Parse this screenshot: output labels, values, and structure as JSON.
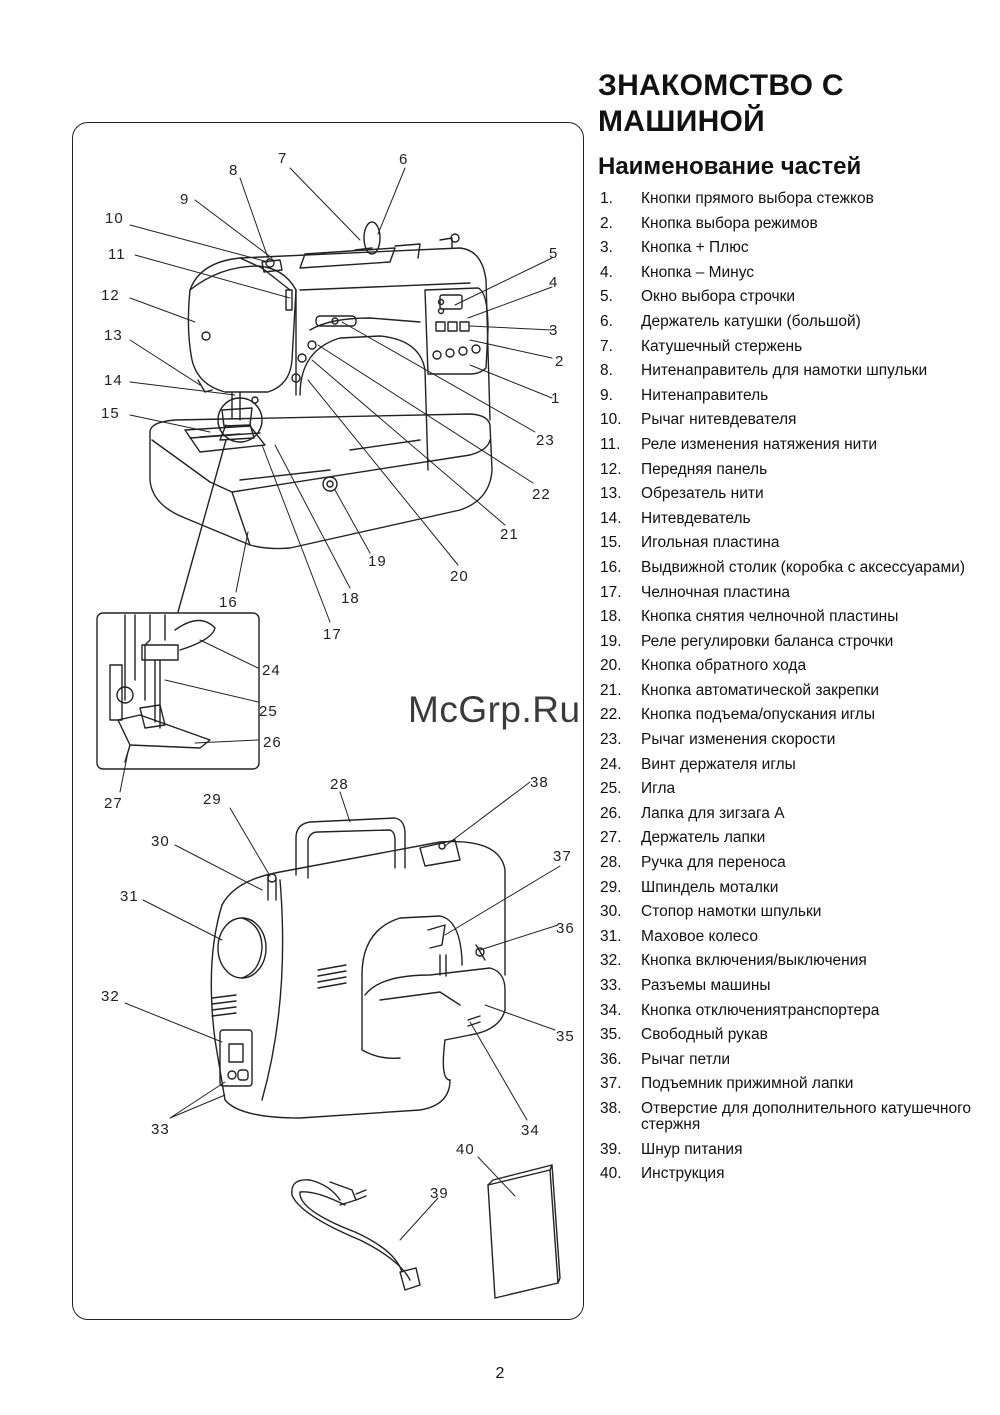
{
  "title": "ЗНАКОМСТВО С МАШИНОЙ",
  "subtitle": "Наименование частей",
  "parts": [
    {
      "num": "1.",
      "text": "Кнопки прямого выбора стежков"
    },
    {
      "num": "2.",
      "text": "Кнопка выбора режимов"
    },
    {
      "num": "3.",
      "text": "Кнопка + Плюс"
    },
    {
      "num": "4.",
      "text": "Кнопка – Минус"
    },
    {
      "num": "5.",
      "text": "Окно выбора строчки"
    },
    {
      "num": "6.",
      "text": "Держатель катушки (большой)"
    },
    {
      "num": "7.",
      "text": "Катушечный стержень"
    },
    {
      "num": "8.",
      "text": "Нитенаправитель для намотки шпульки"
    },
    {
      "num": "9.",
      "text": "Нитенаправитель"
    },
    {
      "num": "10.",
      "text": "Рычаг нитевдевателя"
    },
    {
      "num": "11.",
      "text": "Реле изменения натяжения нити"
    },
    {
      "num": "12.",
      "text": "Передняя панель"
    },
    {
      "num": "13.",
      "text": "Обрезатель нити"
    },
    {
      "num": "14.",
      "text": "Нитевдеватель"
    },
    {
      "num": "15.",
      "text": "Игольная пластина"
    },
    {
      "num": "16.",
      "text": "Выдвижной столик (коробка с аксессуарами)"
    },
    {
      "num": "17.",
      "text": "Челночная пластина"
    },
    {
      "num": "18.",
      "text": "Кнопка снятия челночной пластины"
    },
    {
      "num": "19.",
      "text": "Реле регулировки баланса строчки"
    },
    {
      "num": "20.",
      "text": "Кнопка обратного хода"
    },
    {
      "num": "21.",
      "text": "Кнопка автоматической закрепки"
    },
    {
      "num": "22.",
      "text": "Кнопка подъема/опускания иглы"
    },
    {
      "num": "23.",
      "text": "Рычаг изменения скорости"
    },
    {
      "num": "24.",
      "text": "Винт держателя иглы"
    },
    {
      "num": "25.",
      "text": "Игла"
    },
    {
      "num": "26.",
      "text": "Лапка для зигзага А"
    },
    {
      "num": "27.",
      "text": "Держатель лапки"
    },
    {
      "num": "28.",
      "text": "Ручка для переноса"
    },
    {
      "num": "29.",
      "text": "Шпиндель моталки"
    },
    {
      "num": "30.",
      "text": "Стопор намотки шпульки"
    },
    {
      "num": "31.",
      "text": "Маховое колесо"
    },
    {
      "num": "32.",
      "text": "Кнопка включения/выключения"
    },
    {
      "num": "33.",
      "text": "Разъемы машины"
    },
    {
      "num": "34.",
      "text": "Кнопка отключениятранспортера"
    },
    {
      "num": "35.",
      "text": "Свободный рукав"
    },
    {
      "num": "36.",
      "text": "Рычаг петли"
    },
    {
      "num": "37.",
      "text": "Подъемник прижимной лапки"
    },
    {
      "num": "38.",
      "text": "Отверстие для дополнительного катушечного стержня"
    },
    {
      "num": "39.",
      "text": "Шнур питания"
    },
    {
      "num": "40.",
      "text": "Инструкция"
    }
  ],
  "callouts": [
    "1",
    "2",
    "3",
    "4",
    "5",
    "6",
    "7",
    "8",
    "9",
    "10",
    "11",
    "12",
    "13",
    "14",
    "15",
    "16",
    "17",
    "18",
    "19",
    "20",
    "21",
    "22",
    "23",
    "24",
    "25",
    "26",
    "27",
    "28",
    "29",
    "30",
    "31",
    "32",
    "33",
    "34",
    "35",
    "36",
    "37",
    "38",
    "39",
    "40"
  ],
  "watermark": "McGrp.Ru",
  "page_number": "2"
}
